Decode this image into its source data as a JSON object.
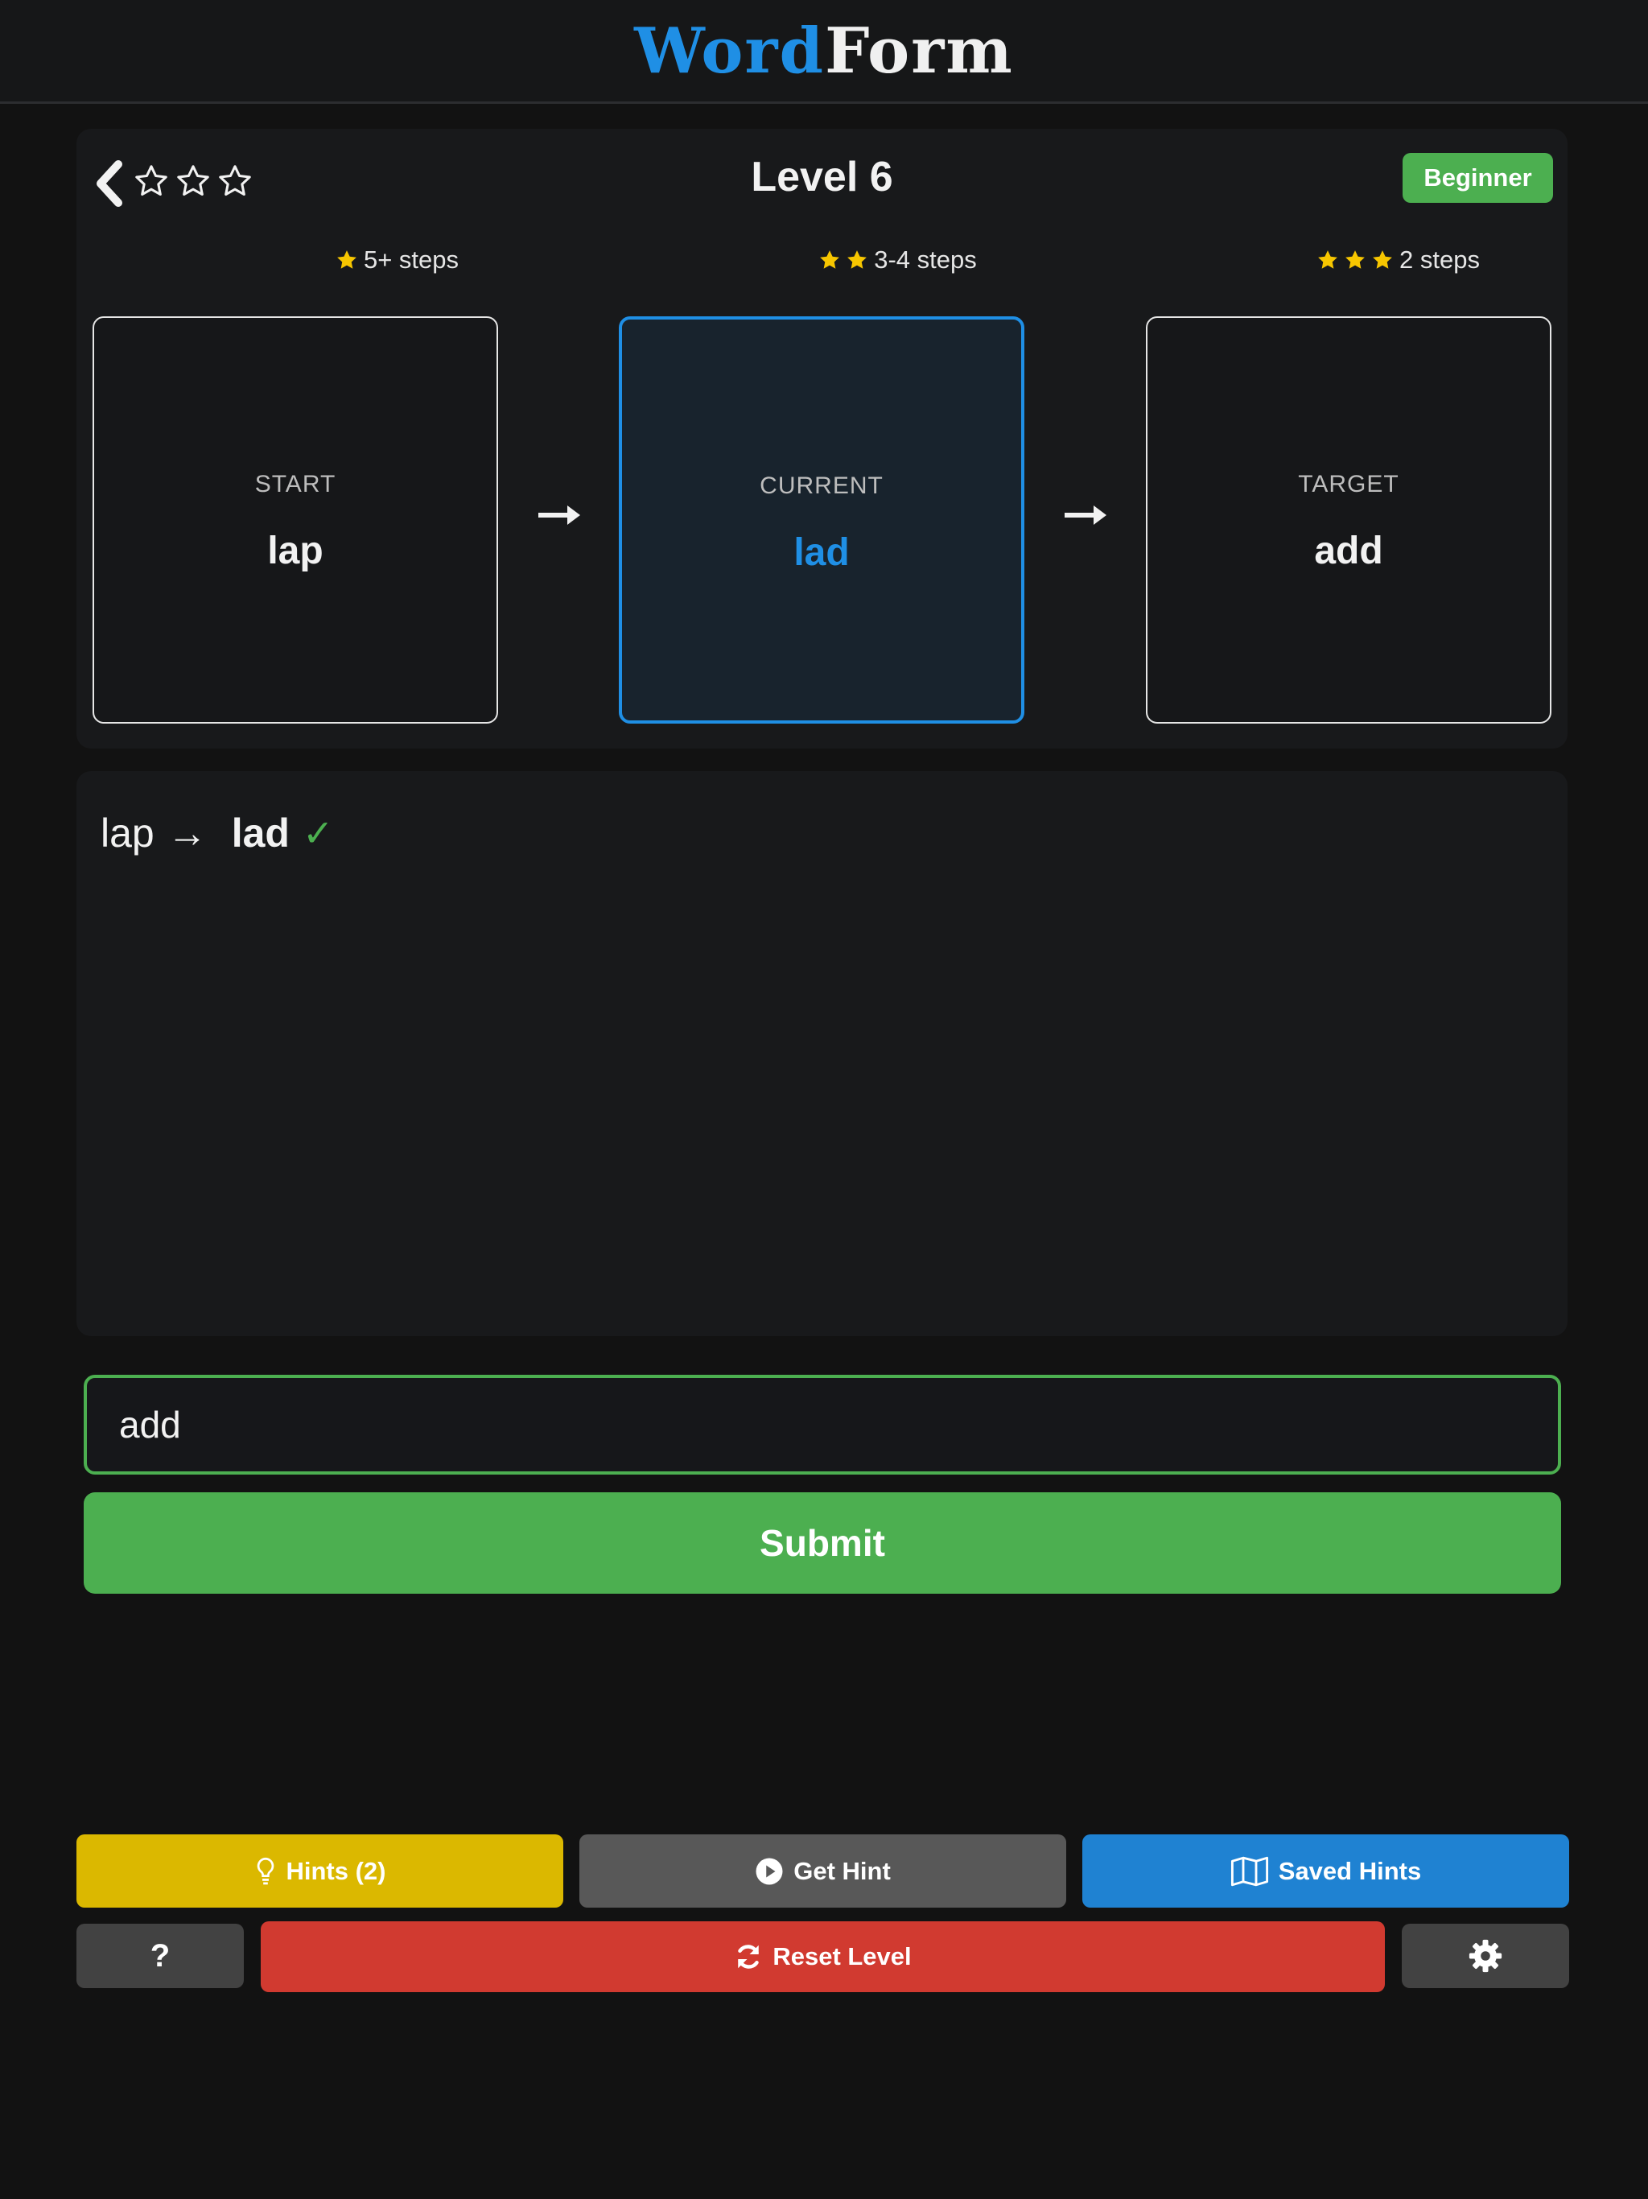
{
  "app": {
    "title_part1": "Word",
    "title_part2": "Form"
  },
  "level": {
    "title": "Level 6",
    "difficulty": "Beginner",
    "earned_stars": 0,
    "max_stars": 3
  },
  "tiers": [
    {
      "stars": 1,
      "label": "5+ steps"
    },
    {
      "stars": 2,
      "label": "3-4 steps"
    },
    {
      "stars": 3,
      "label": "2 steps"
    }
  ],
  "words": {
    "start_label": "START",
    "start_word": "lap",
    "current_label": "CURRENT",
    "current_word": "lad",
    "target_label": "TARGET",
    "target_word": "add"
  },
  "history": [
    {
      "from": "lap",
      "arrow": "→",
      "to": "lad",
      "check": "✓"
    }
  ],
  "input": {
    "value": "add"
  },
  "buttons": {
    "submit": "Submit",
    "hints": "Hints (2)",
    "get_hint": "Get Hint",
    "saved_hints": "Saved Hints",
    "help": "?",
    "reset": "Reset Level"
  },
  "colors": {
    "accent_blue": "#1f8fe5",
    "success_green": "#4caf50",
    "star_yellow": "#f7c600",
    "danger_red": "#d13a30",
    "hint_yellow": "#dbb800"
  }
}
